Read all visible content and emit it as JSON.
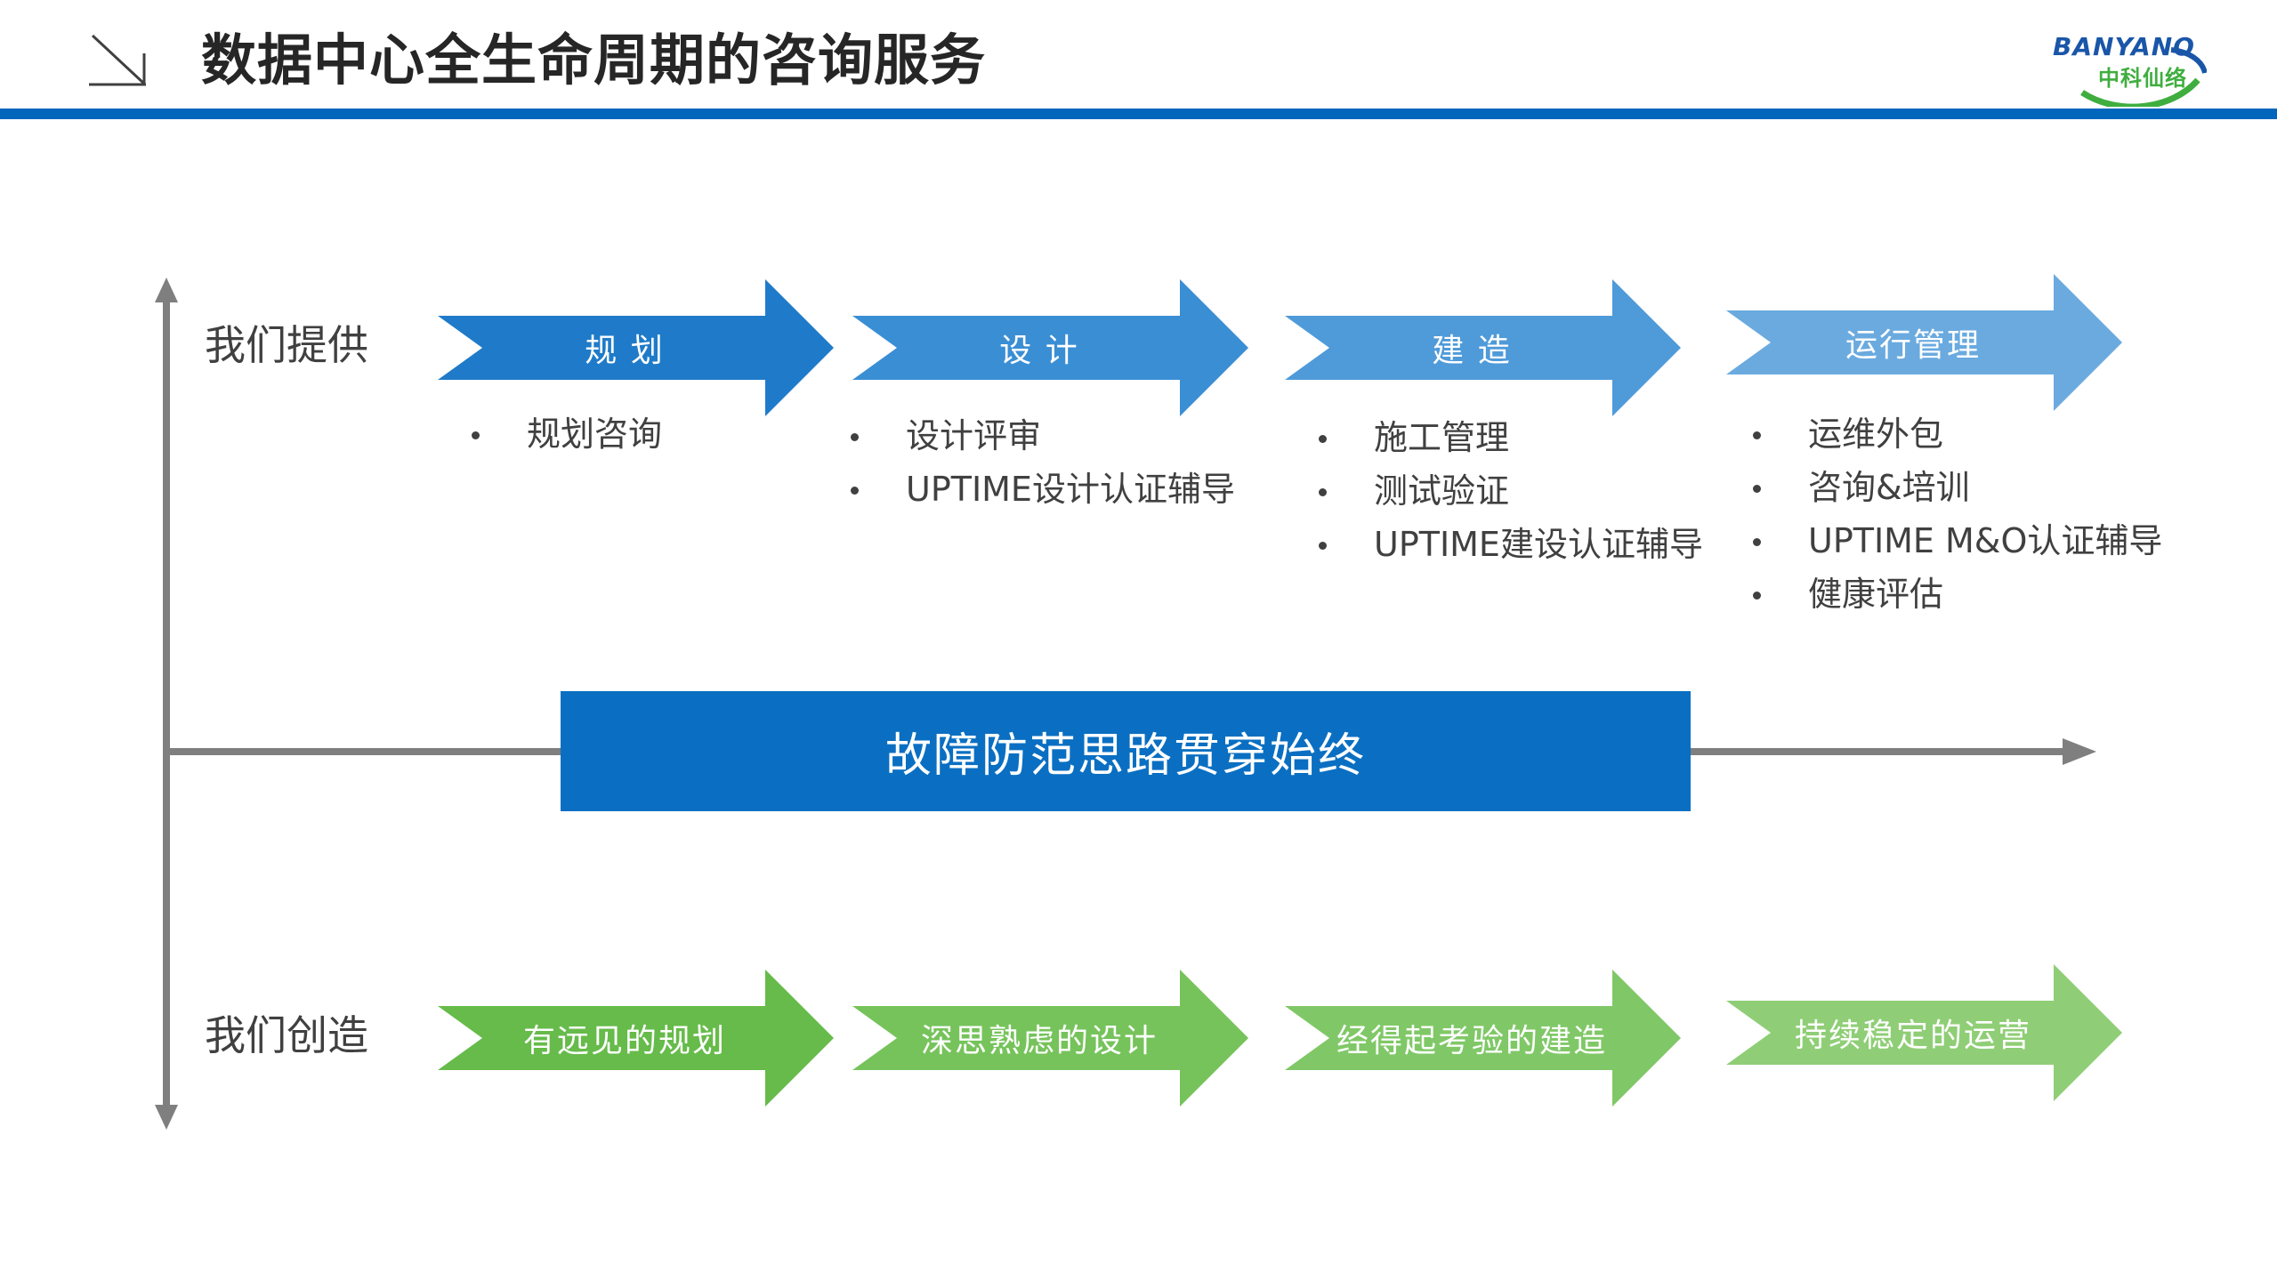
{
  "header": {
    "title": "数据中心全生命周期的咨询服务",
    "logo_en": "BANYANO",
    "logo_cn": "中科仙络",
    "rule_color": "#0066bb"
  },
  "rows": {
    "provide_label": "我们提供",
    "create_label": "我们创造"
  },
  "provide_stages": [
    {
      "label": "规 划",
      "color": "#1f7bc9",
      "items": [
        "规划咨询"
      ]
    },
    {
      "label": "设 计",
      "color": "#3a8ed4",
      "items": [
        "设计评审",
        "UPTIME设计认证辅导"
      ]
    },
    {
      "label": "建 造",
      "color": "#4f9ad9",
      "items": [
        "施工管理",
        "测试验证",
        "UPTIME建设认证辅导"
      ]
    },
    {
      "label": "运行管理",
      "color": "#6aaadf",
      "items": [
        "运维外包",
        "咨询&培训",
        "UPTIME M&O认证辅导",
        "健康评估"
      ]
    }
  ],
  "center_box": {
    "text": "故障防范思路贯穿始终",
    "color": "#0a6fc2"
  },
  "create_stages": [
    {
      "label": "有远见的规划",
      "color": "#66bb4a"
    },
    {
      "label": "深思熟虑的设计",
      "color": "#76c35b"
    },
    {
      "label": "经得起考验的建造",
      "color": "#80c867"
    },
    {
      "label": "持续稳定的运营",
      "color": "#8fce76"
    }
  ],
  "icons": {
    "corner": "arrow-down-right-icon",
    "axis_color": "#7f7f7f"
  }
}
